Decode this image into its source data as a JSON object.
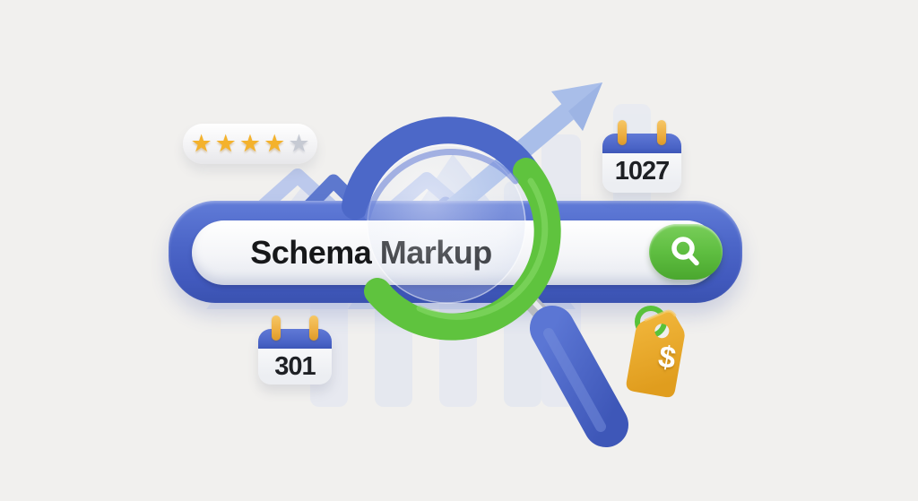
{
  "scene": {
    "title": "Schema Markup search illustration",
    "background_color": "#f1f0ee"
  },
  "search_bar": {
    "query": "Schema Markup",
    "bar_color": "#4c66c8",
    "button_color": "#5fbe41",
    "button_icon": "magnifier"
  },
  "icons": {
    "star": "★",
    "search": "magnifier",
    "growth_arrow": "up-right-arrow"
  },
  "rating_badge": {
    "stars_filled": 4,
    "stars_total": 5,
    "filled_color": "#f4b22c",
    "empty_color": "#c6cad3"
  },
  "calendars": {
    "top": {
      "value": "1027"
    },
    "bottom": {
      "value": "301"
    }
  },
  "price_tag": {
    "symbol": "$",
    "tag_color": "#eeab2d",
    "ring_color": "#58c23a"
  },
  "magnifier": {
    "ring_blue": "#4c68c8",
    "ring_green": "#5fc33e",
    "handle_color": "#4a64c6"
  },
  "arrow": {
    "direction": "up-right",
    "color": "#a9bee9"
  }
}
